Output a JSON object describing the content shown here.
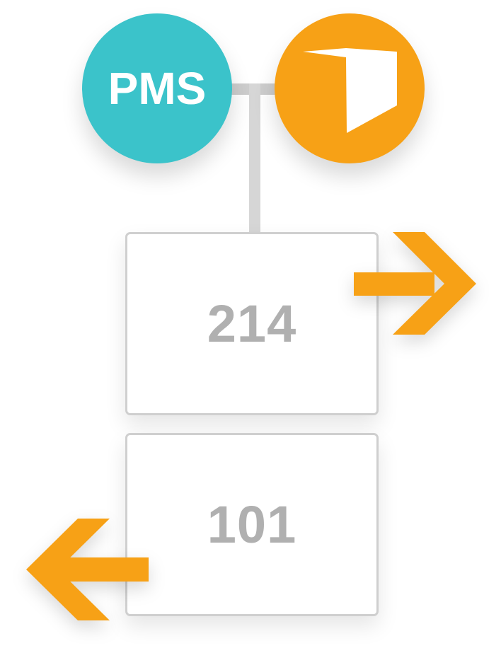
{
  "nodes": {
    "pms_label": "PMS",
    "room_top": "214",
    "room_bottom": "101"
  },
  "colors": {
    "teal": "#3bc3ca",
    "orange": "#f7a116",
    "connector": "#d4d4d4",
    "box_border": "#cfcfcf",
    "room_text": "#b0b0b0"
  }
}
